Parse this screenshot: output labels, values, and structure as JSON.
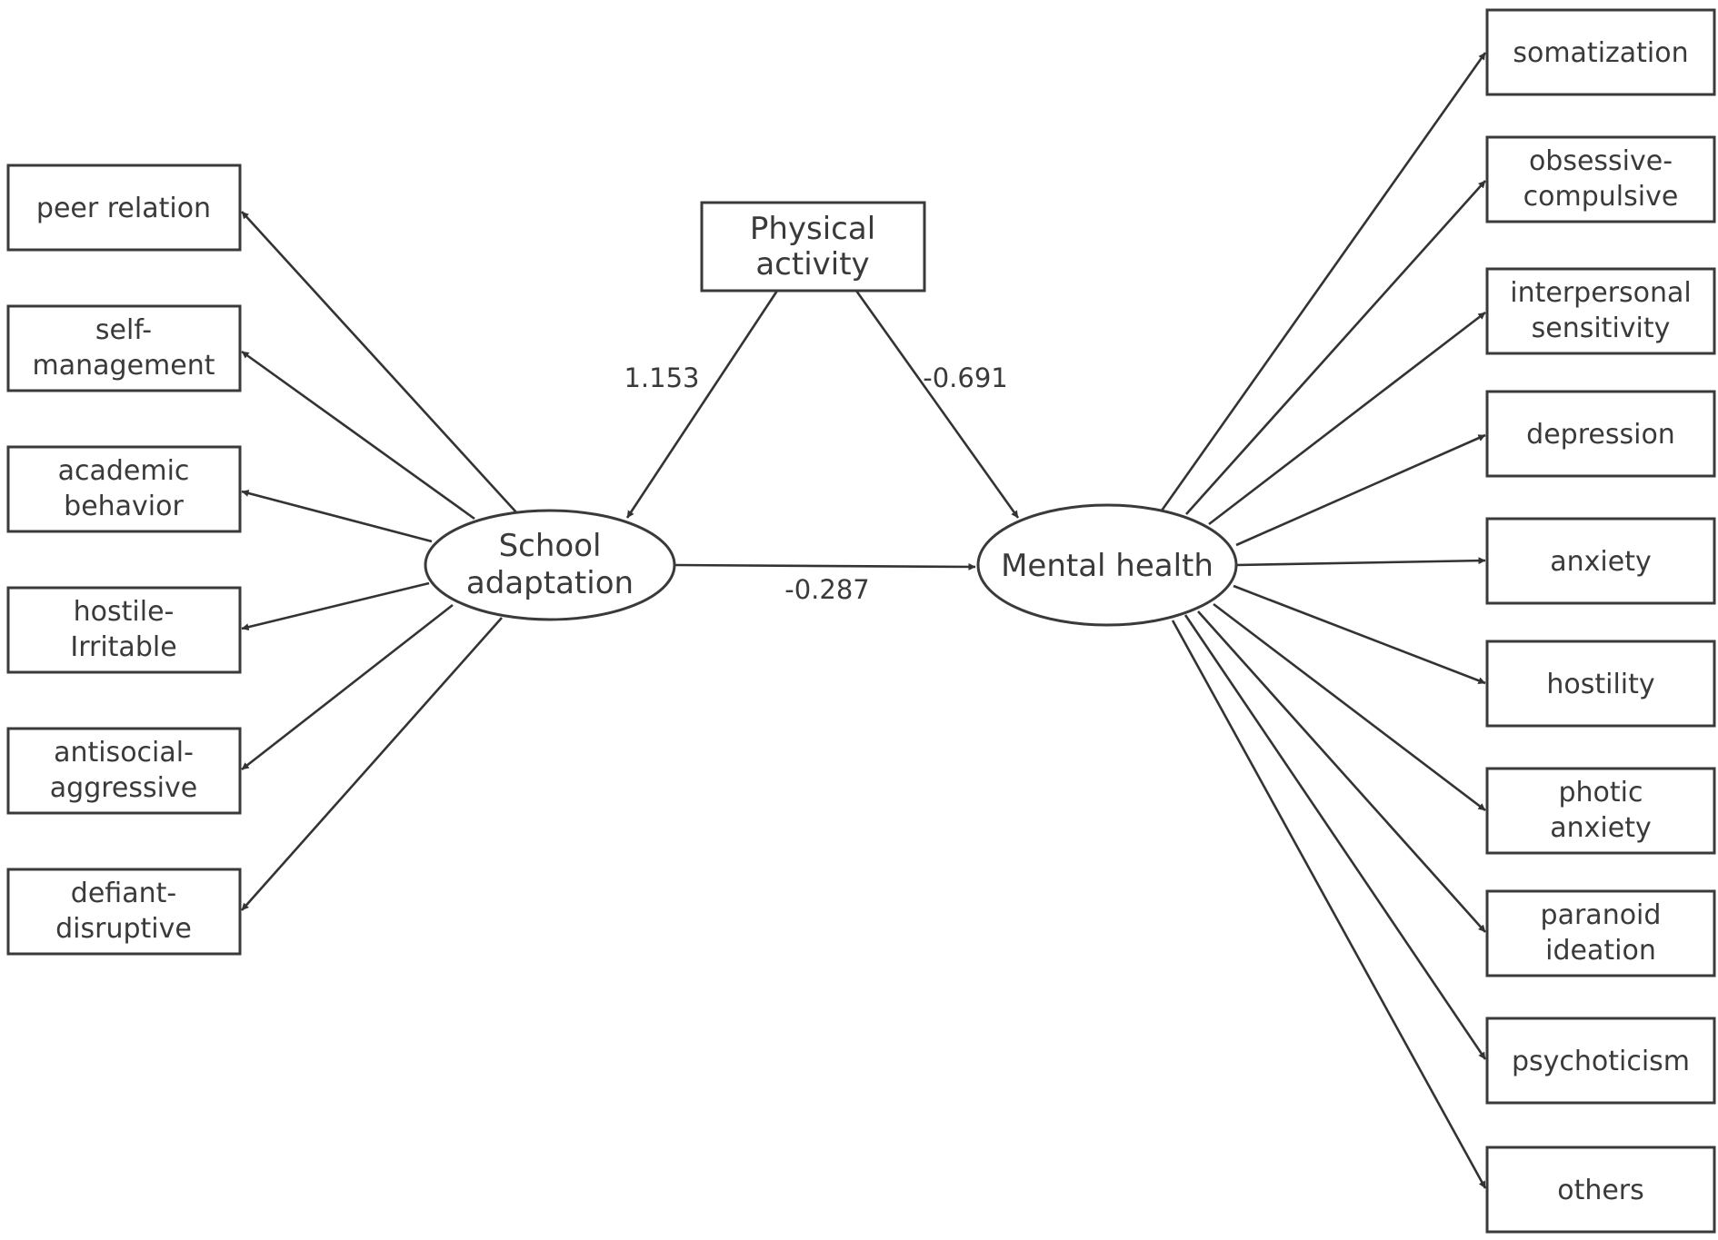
{
  "physical_activity": {
    "line1": "Physical",
    "line2": "activity"
  },
  "school_adaptation": {
    "line1": "School",
    "line2": "adaptation"
  },
  "mental_health": {
    "label": "Mental health"
  },
  "left_indicators": [
    {
      "line1": "peer relation",
      "line2": ""
    },
    {
      "line1": "self-",
      "line2": "management"
    },
    {
      "line1": "academic",
      "line2": "behavior"
    },
    {
      "line1": "hostile-",
      "line2": "Irritable"
    },
    {
      "line1": "antisocial-",
      "line2": "aggressive"
    },
    {
      "line1": "defiant-",
      "line2": "disruptive"
    }
  ],
  "right_indicators": [
    {
      "line1": "somatization",
      "line2": ""
    },
    {
      "line1": "obsessive-",
      "line2": "compulsive"
    },
    {
      "line1": "interpersonal",
      "line2": "sensitivity"
    },
    {
      "line1": "depression",
      "line2": ""
    },
    {
      "line1": "anxiety",
      "line2": ""
    },
    {
      "line1": "hostility",
      "line2": ""
    },
    {
      "line1": "photic",
      "line2": "anxiety"
    },
    {
      "line1": "paranoid",
      "line2": "ideation"
    },
    {
      "line1": "psychoticism",
      "line2": ""
    },
    {
      "line1": "others",
      "line2": ""
    }
  ],
  "paths": {
    "pa_to_sa": "1.153",
    "pa_to_mh": "-0.691",
    "sa_to_mh": "-0.287"
  }
}
